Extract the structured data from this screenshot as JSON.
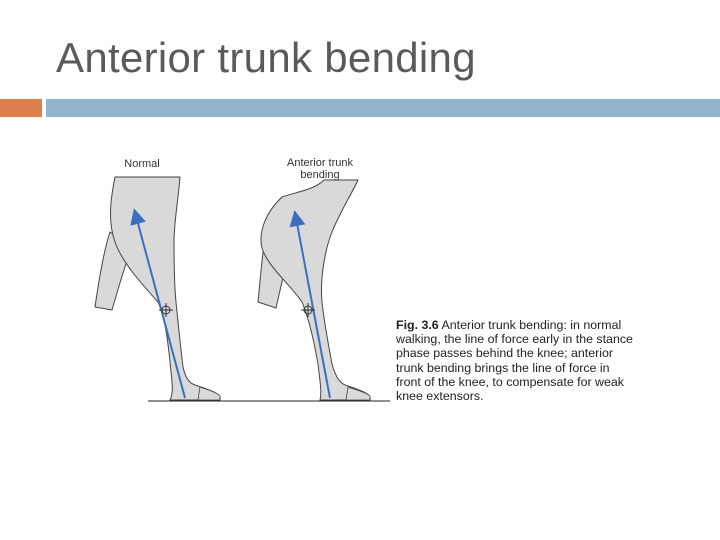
{
  "slide": {
    "title": "Anterior trunk bending"
  },
  "figure": {
    "label_normal": "Normal",
    "label_anterior": "Anterior trunk bending",
    "caption_fig": "Fig. 3.6",
    "caption_text": "Anterior trunk bending: in normal walking, the line of force early in the stance phase passes behind the knee; anterior trunk bending brings the line of force in front of the knee, to compensate for weak knee extensors."
  },
  "colors": {
    "accent_orange": "#dc7f4c",
    "accent_blue": "#93b4cf",
    "leg_fill": "#d9d9d9",
    "force_line": "#3a6fc0"
  }
}
